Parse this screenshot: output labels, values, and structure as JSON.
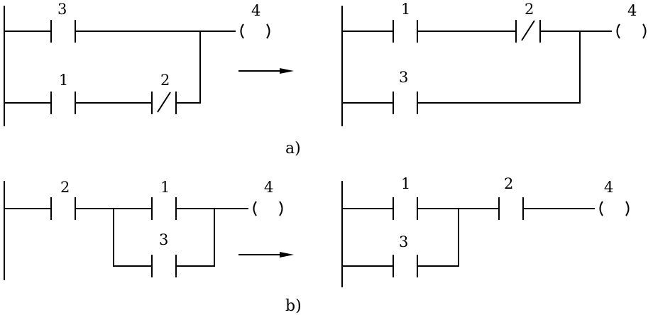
{
  "figure_a": {
    "caption": "a)",
    "before": {
      "contact_top": "3",
      "contact_bottom_left": "1",
      "contact_bottom_right": "2",
      "coil": "4"
    },
    "after": {
      "contact_top_left": "1",
      "contact_top_right": "2",
      "contact_bottom": "3",
      "coil": "4"
    }
  },
  "figure_b": {
    "caption": "b)",
    "before": {
      "contact_series": "2",
      "contact_parallel_top": "1",
      "contact_parallel_bottom": "3",
      "coil": "4"
    },
    "after": {
      "contact_parallel_top": "1",
      "contact_parallel_bottom": "3",
      "contact_series": "2",
      "coil": "4"
    }
  }
}
